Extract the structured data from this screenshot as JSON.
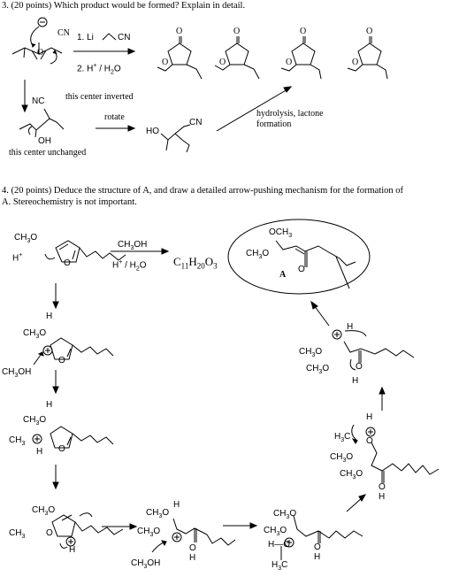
{
  "q3": {
    "heading": "3.  (20 points)  Which product would be formed? Explain in detail.",
    "reagent_nucleophile": "CN",
    "step1": "1. Li",
    "step1_group": "CN",
    "step2": "2. H",
    "step2_rest": " / H",
    "step2_tail": "O",
    "note_inverted": "this center inverted",
    "note_unchanged": "this center unchanged",
    "label_rotate": "rotate",
    "label_hydrolysis": "hydrolysis, lactone",
    "label_formation": "formation",
    "atom_NC": "NC",
    "atom_OH": "OH",
    "atom_HO": "HO",
    "atom_CN": "CN",
    "atom_O": "O",
    "ring_O": "O"
  },
  "q4": {
    "heading_line1": "4. (20 points) Deduce the structure of A, and draw a detailed arrow-pushing mechanism for the formation of",
    "heading_line2": "A. Stereochemistry is not important.",
    "start_ch3o": "CH",
    "start_h": "H",
    "reagent_top": "CH",
    "reagent_top_tail": "OH",
    "reagent_bottom": "H",
    "reagent_bottom_tail": " / H",
    "formula_c": "C",
    "formula_c_sub": "11",
    "formula_h": "H",
    "formula_h_sub": "20",
    "formula_o": "O",
    "formula_o_sub": "3",
    "product_label": "A",
    "product_och3": "OCH",
    "product_ch3o": "CH",
    "product_o": "O",
    "methanol": "CH",
    "methanol_tail": "OH",
    "ch3": "CH",
    "three": "3",
    "o": "O",
    "h": "H",
    "h3c": "H",
    "h3c_tail": "C",
    "plus": "+"
  }
}
